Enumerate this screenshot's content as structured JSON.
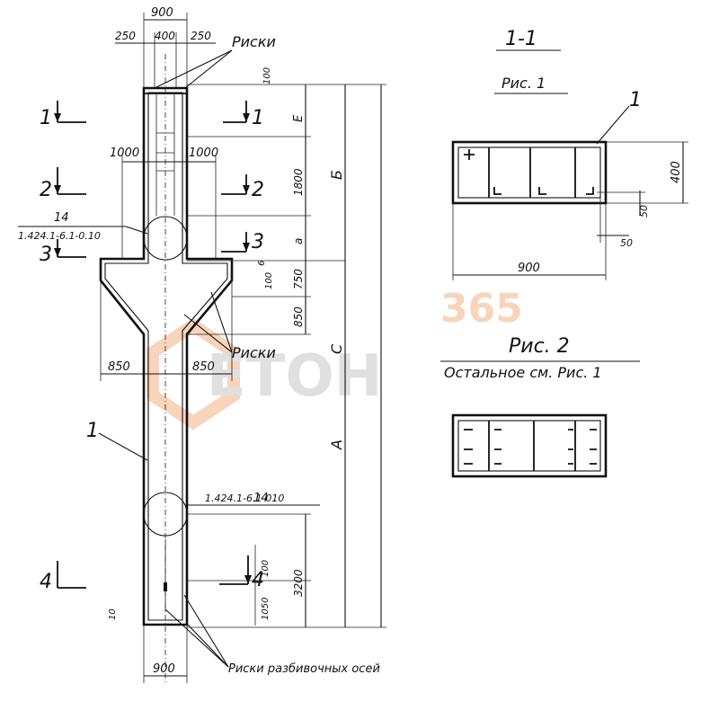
{
  "section": {
    "title": "1-1",
    "fig1_label": "Рис. 1",
    "fig2_label": "Рис. 2",
    "fig2_note": "Остальное см. Рис. 1",
    "dim_width": "900",
    "dim_height": "400",
    "dim_50_a": "50",
    "dim_50_b": "50",
    "pos_label": "1"
  },
  "elevation": {
    "top_total": "900",
    "top_left": "250",
    "top_mid": "400",
    "top_right": "250",
    "marks_label_top": "Риски",
    "marks_label_mid": "Риски",
    "marks_label_bottom": "Риски разбивочных осей",
    "dim_1000_left": "1000",
    "dim_1000_right": "1000",
    "dim_850_left": "850",
    "dim_850_right": "850",
    "dim_bottom_width": "900",
    "node_ref_top_num": "14",
    "node_ref_top_code": "1.424.1-6.1-0.10",
    "node_ref_bot_num": "14",
    "node_ref_bot_code": "1.424.1-6.1-010",
    "pos_label": "1",
    "sections": [
      {
        "num": "1"
      },
      {
        "num": "1"
      },
      {
        "num": "2"
      },
      {
        "num": "2"
      },
      {
        "num": "3"
      },
      {
        "num": "3"
      },
      {
        "num": "4"
      },
      {
        "num": "4"
      }
    ],
    "vdims": {
      "d100_top": "100",
      "E": "Е",
      "d1800": "1800",
      "B": "Б",
      "a": "а",
      "d100_mid": "100",
      "d750": "750",
      "d850": "850",
      "C": "С",
      "A": "А",
      "d100_low": "100",
      "d3200": "3200",
      "d1050": "1050",
      "d10": "10",
      "d6": "6"
    }
  },
  "watermark": {
    "line1": "365",
    "line2": "ЕТОН"
  },
  "colors": {
    "ink": "#111111",
    "watermark_orange": "#f4b183",
    "watermark_gray": "#c8c8c8"
  }
}
